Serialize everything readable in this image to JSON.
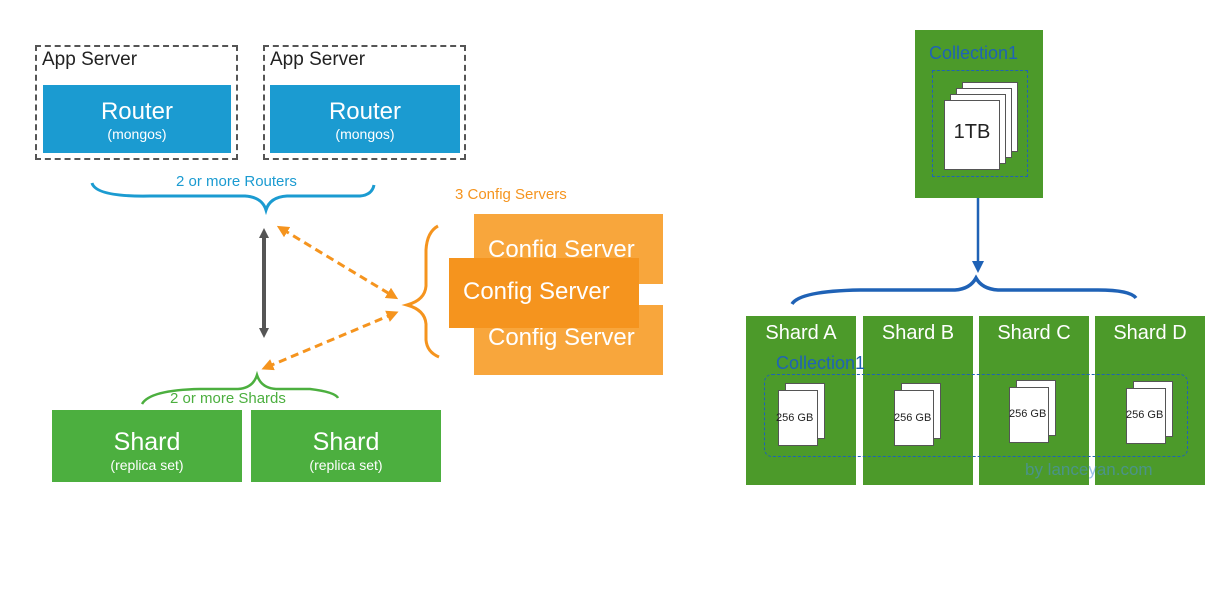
{
  "left": {
    "app_servers": [
      {
        "label": "App Server",
        "router_title": "Router",
        "router_sub": "(mongos)"
      },
      {
        "label": "App Server",
        "router_title": "Router",
        "router_sub": "(mongos)"
      }
    ],
    "routers_note": "2 or more Routers",
    "config_note": "3 Config Servers",
    "config_servers": [
      "Config Server",
      "Config Server",
      "Config Server"
    ],
    "shards_note": "2 or more Shards",
    "shards": [
      {
        "title": "Shard",
        "sub": "(replica set)"
      },
      {
        "title": "Shard",
        "sub": "(replica set)"
      }
    ]
  },
  "right": {
    "collection_title": "Collection1",
    "collection_size": "1TB",
    "shards": [
      "Shard A",
      "Shard B",
      "Shard C",
      "Shard D"
    ],
    "shard_collection": "Collection1",
    "chunk_sizes": [
      "256 GB",
      "256 GB",
      "256 GB",
      "256 GB"
    ],
    "watermark": "by lanceyan.com"
  },
  "colors": {
    "router_blue": "#1b9bd1",
    "shard_green": "#4caf3f",
    "config_orange": "#f5941e",
    "right_green": "#4c9a2a",
    "collection_blue": "#1f62b6"
  }
}
